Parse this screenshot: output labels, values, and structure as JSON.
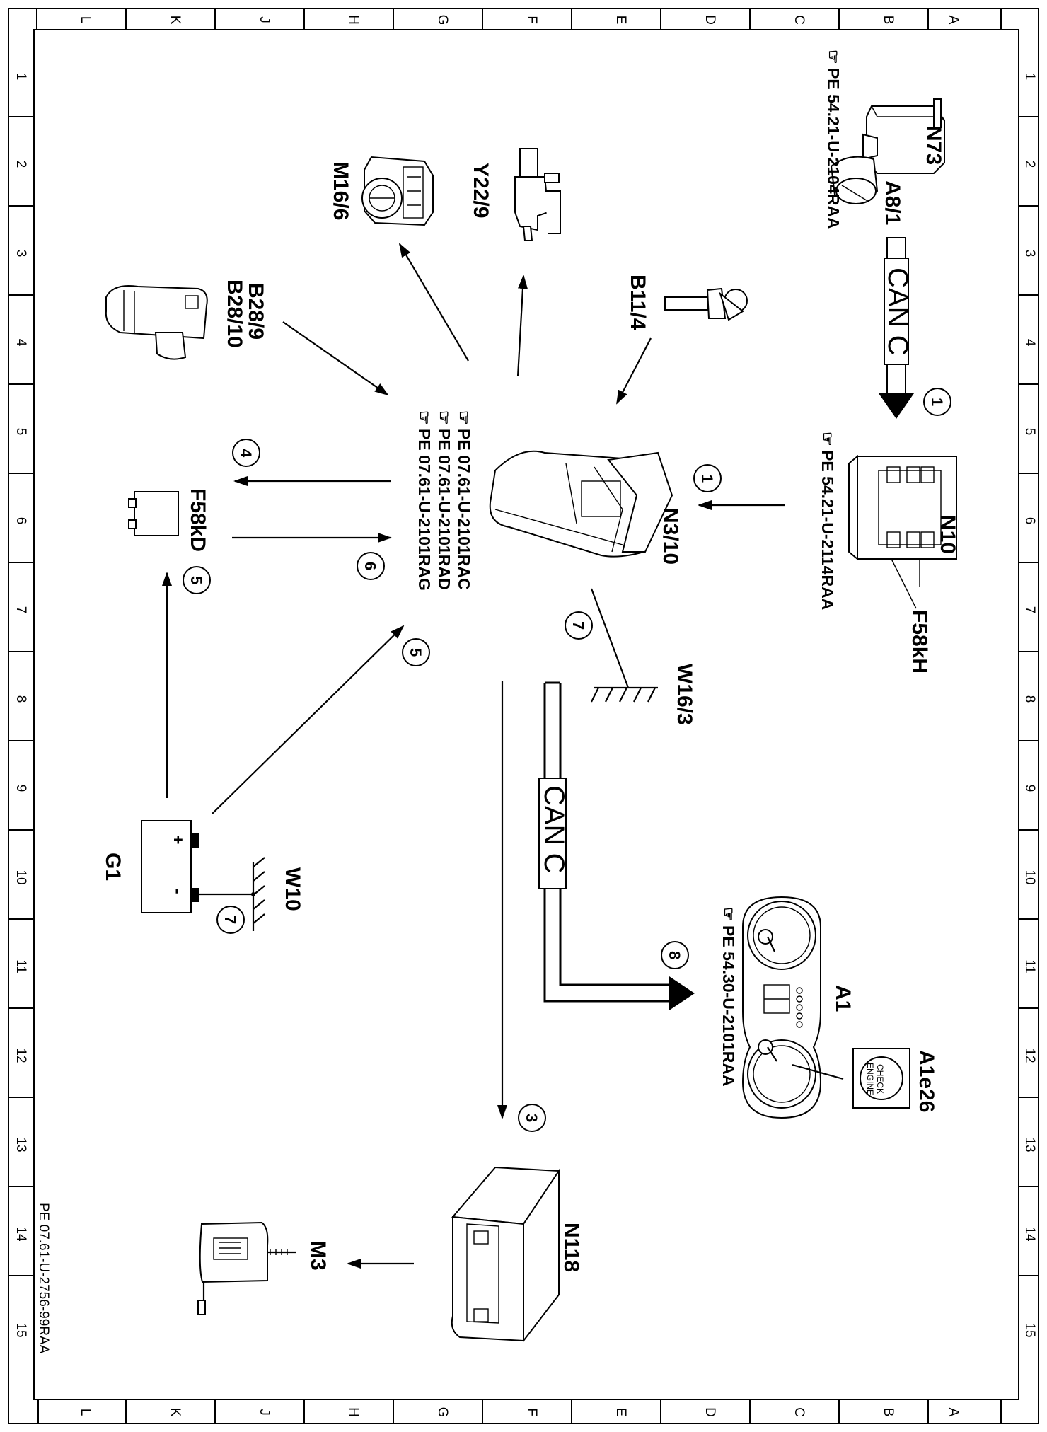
{
  "drawing_code": "PE 07.61-U-2756-99RAA",
  "grid": {
    "letters": [
      "A",
      "B",
      "C",
      "D",
      "E",
      "F",
      "G",
      "H",
      "J",
      "K",
      "L"
    ],
    "numbers": [
      "1",
      "2",
      "3",
      "4",
      "5",
      "6",
      "7",
      "8",
      "9",
      "10",
      "11",
      "12",
      "13",
      "14",
      "15"
    ]
  },
  "components": {
    "n73": "N73",
    "a8_1": "A8/1",
    "n10": "N10",
    "f58kh": "F58kH",
    "n3_10": "N3/10",
    "b11_4": "B11/4",
    "y22_9": "Y22/9",
    "m16_6": "M16/6",
    "b28_9": "B28/9",
    "b28_10": "B28/10",
    "f58kd": "F58kD",
    "w16_3": "W16/3",
    "g1": "G1",
    "w10": "W10",
    "a1": "A1",
    "a1e26": "A1e26",
    "n118": "N118",
    "m3": "M3"
  },
  "refs": {
    "n73": "PE  54.21-U-2104RAA",
    "n10": "PE  54.21-U-2114RAA",
    "n3_10_a": "PE  07.61-U-2101RAC",
    "n3_10_b": "PE  07.61-U-2101RAD",
    "n3_10_c": "PE  07.61-U-2101RAG",
    "a1": "PE  54.30-U-2101RAA"
  },
  "bus": {
    "top": "CAN C",
    "bottom": "CAN C"
  },
  "badges": {
    "b1a": "1",
    "b1b": "1",
    "b3": "3",
    "b4": "4",
    "b5a": "5",
    "b5b": "5",
    "b6": "6",
    "b7a": "7",
    "b7b": "7",
    "b8": "8"
  },
  "battery": {
    "plus": "+",
    "minus": "-"
  },
  "gauge": {
    "check": "CHECK",
    "engine": "ENGINE"
  }
}
